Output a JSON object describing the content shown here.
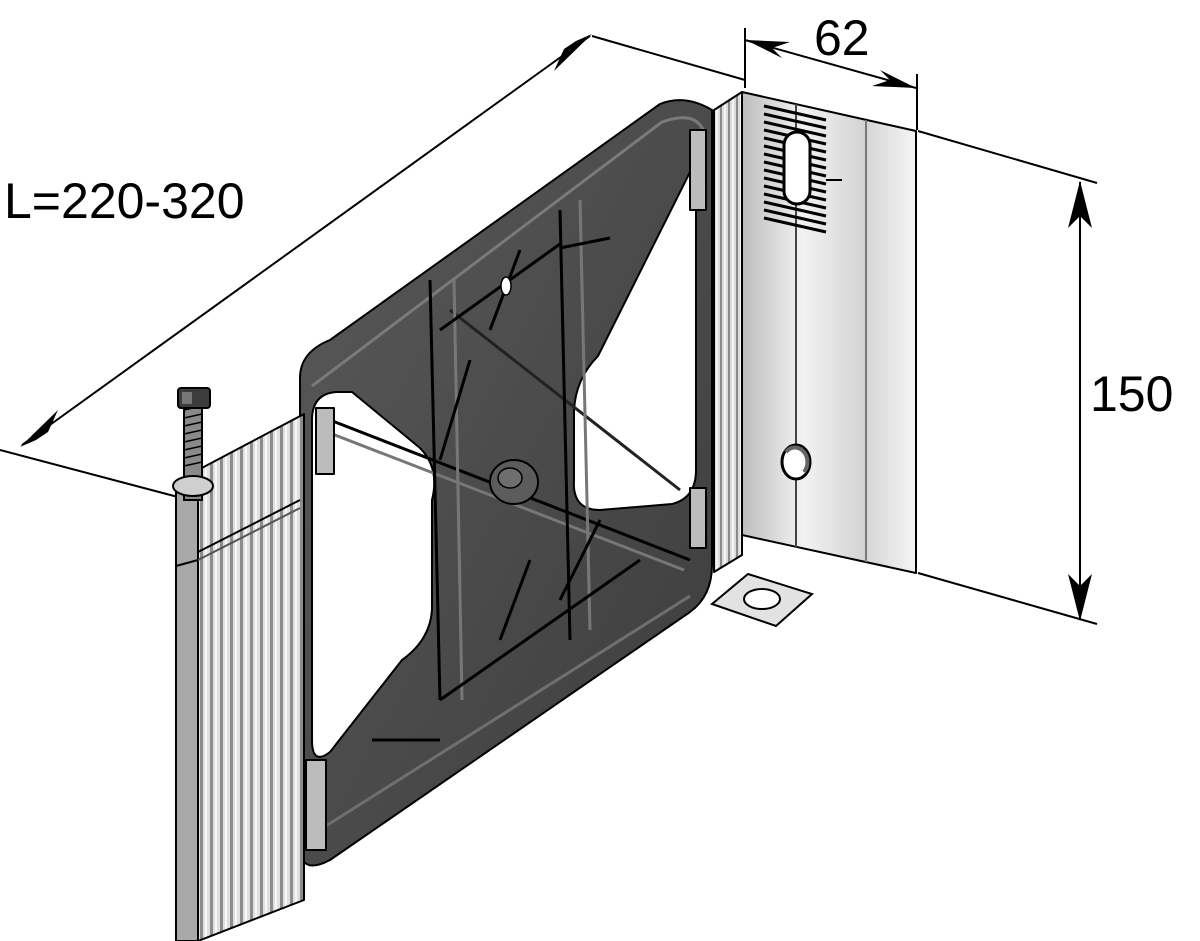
{
  "dimensions": {
    "length_label": "L=220-320",
    "depth_label": "62",
    "height_label": "150"
  },
  "colors": {
    "line": "#000000",
    "background": "#ffffff",
    "frame_plastic": "#4a4a4a",
    "frame_plastic_dark": "#2e2e2e",
    "metal_light": "#e8e8e8",
    "metal_mid": "#cfcfcf",
    "metal_dark": "#9a9a9a"
  }
}
